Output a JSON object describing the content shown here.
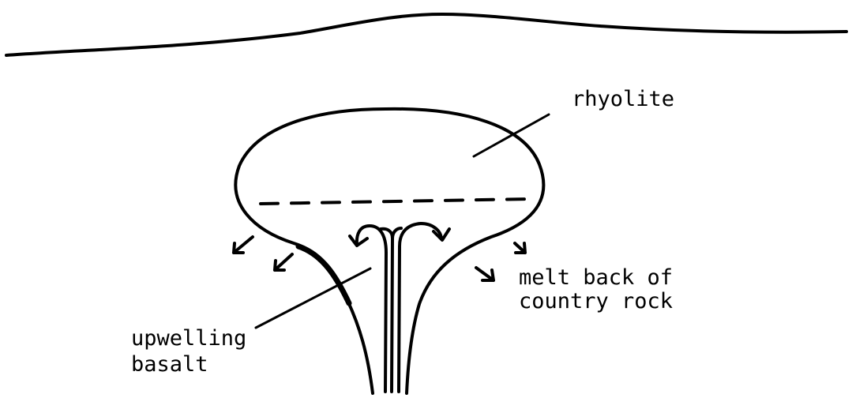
{
  "labels": {
    "rhyolite": "rhyolite",
    "melt_back_line1": "melt back of",
    "melt_back_line2": "country rock",
    "upwelling_line1": "upwelling",
    "upwelling_line2": "basalt"
  },
  "colors": {
    "ink": "#000000",
    "background": "#ffffff"
  }
}
